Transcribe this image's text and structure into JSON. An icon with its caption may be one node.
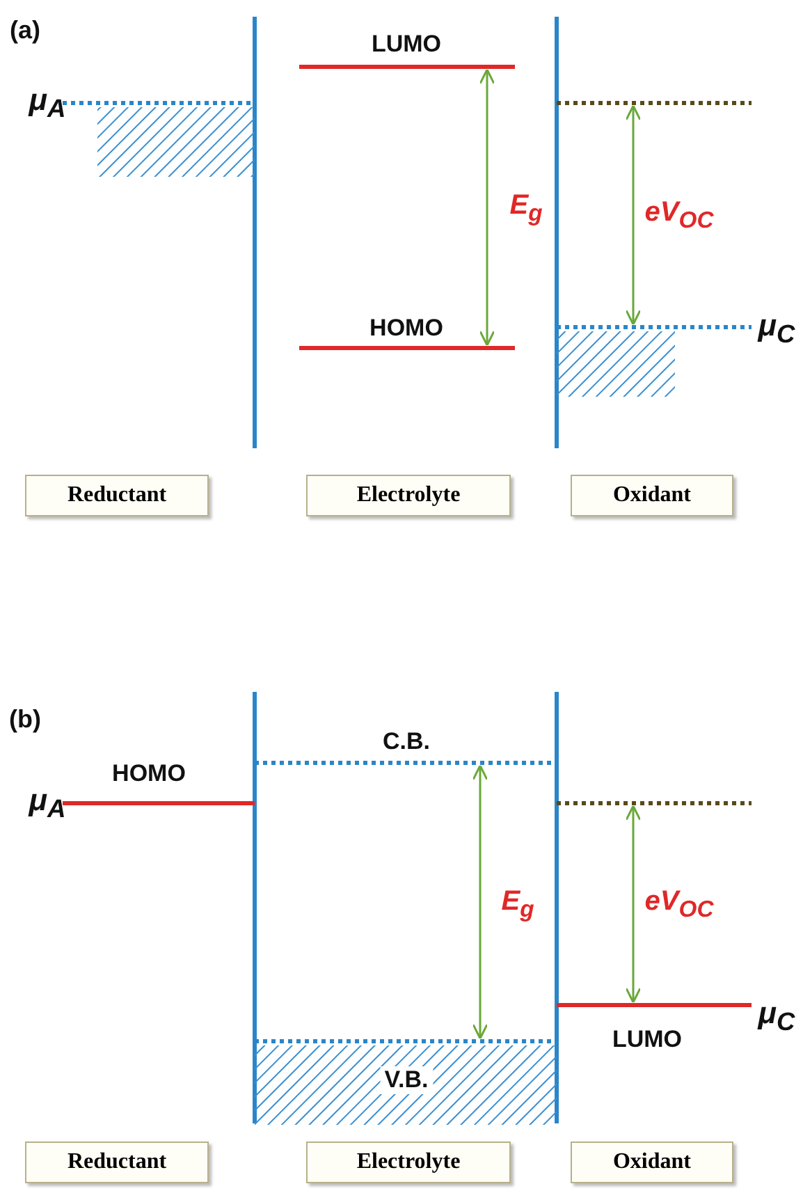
{
  "diagram": {
    "nodes": [
      {
        "text": [
          "Reductant"
        ]
      },
      {
        "text": [
          "Electrolyte"
        ]
      },
      {
        "text": [
          "Oxidant"
        ]
      },
      {
        "text": [
          "Reductant"
        ]
      },
      {
        "text": [
          "Electrolyte"
        ]
      },
      {
        "text": [
          "Oxidant"
        ]
      }
    ],
    "labels": [
      "(a)",
      "LUMO",
      "μ$_{A}$",
      "E$_{g}$",
      "eV$_{OC}$",
      "HOMO",
      "μ$_{C}$",
      "(b)",
      "C.B.",
      "μ$_{A}$",
      "HOMO",
      "E$_{g}$",
      "eV$_{OC}$",
      "μ$_{C}$",
      "LUMO",
      "V.B."
    ]
  }
}
